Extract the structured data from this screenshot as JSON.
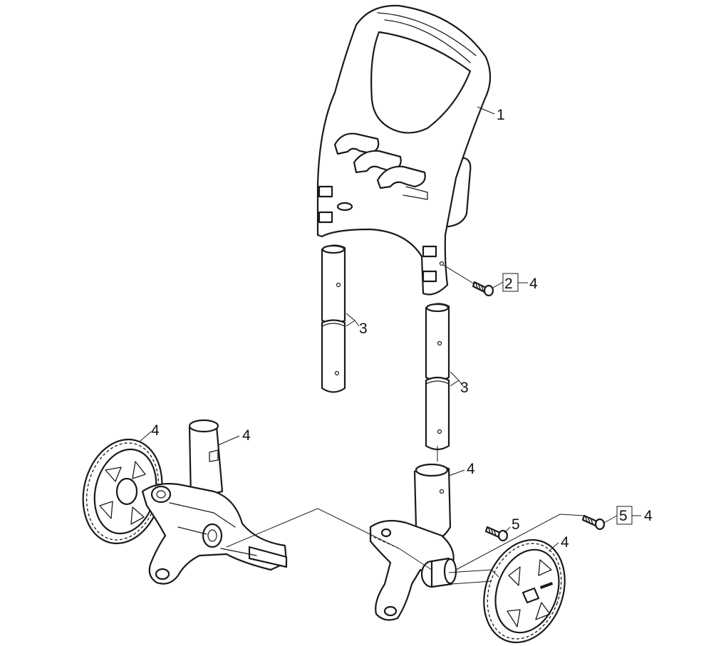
{
  "callouts": {
    "handle": "1",
    "screw_upper_ref": "2",
    "screw_upper_qty": "4",
    "tube_left_label": "3",
    "tube_right_label": "3",
    "wheel_left": "4",
    "foot_left": "4",
    "foot_right": "4",
    "wheel_right": "4",
    "screw_lower": "5",
    "screw_right_ref": "5",
    "screw_right_qty": "4"
  }
}
